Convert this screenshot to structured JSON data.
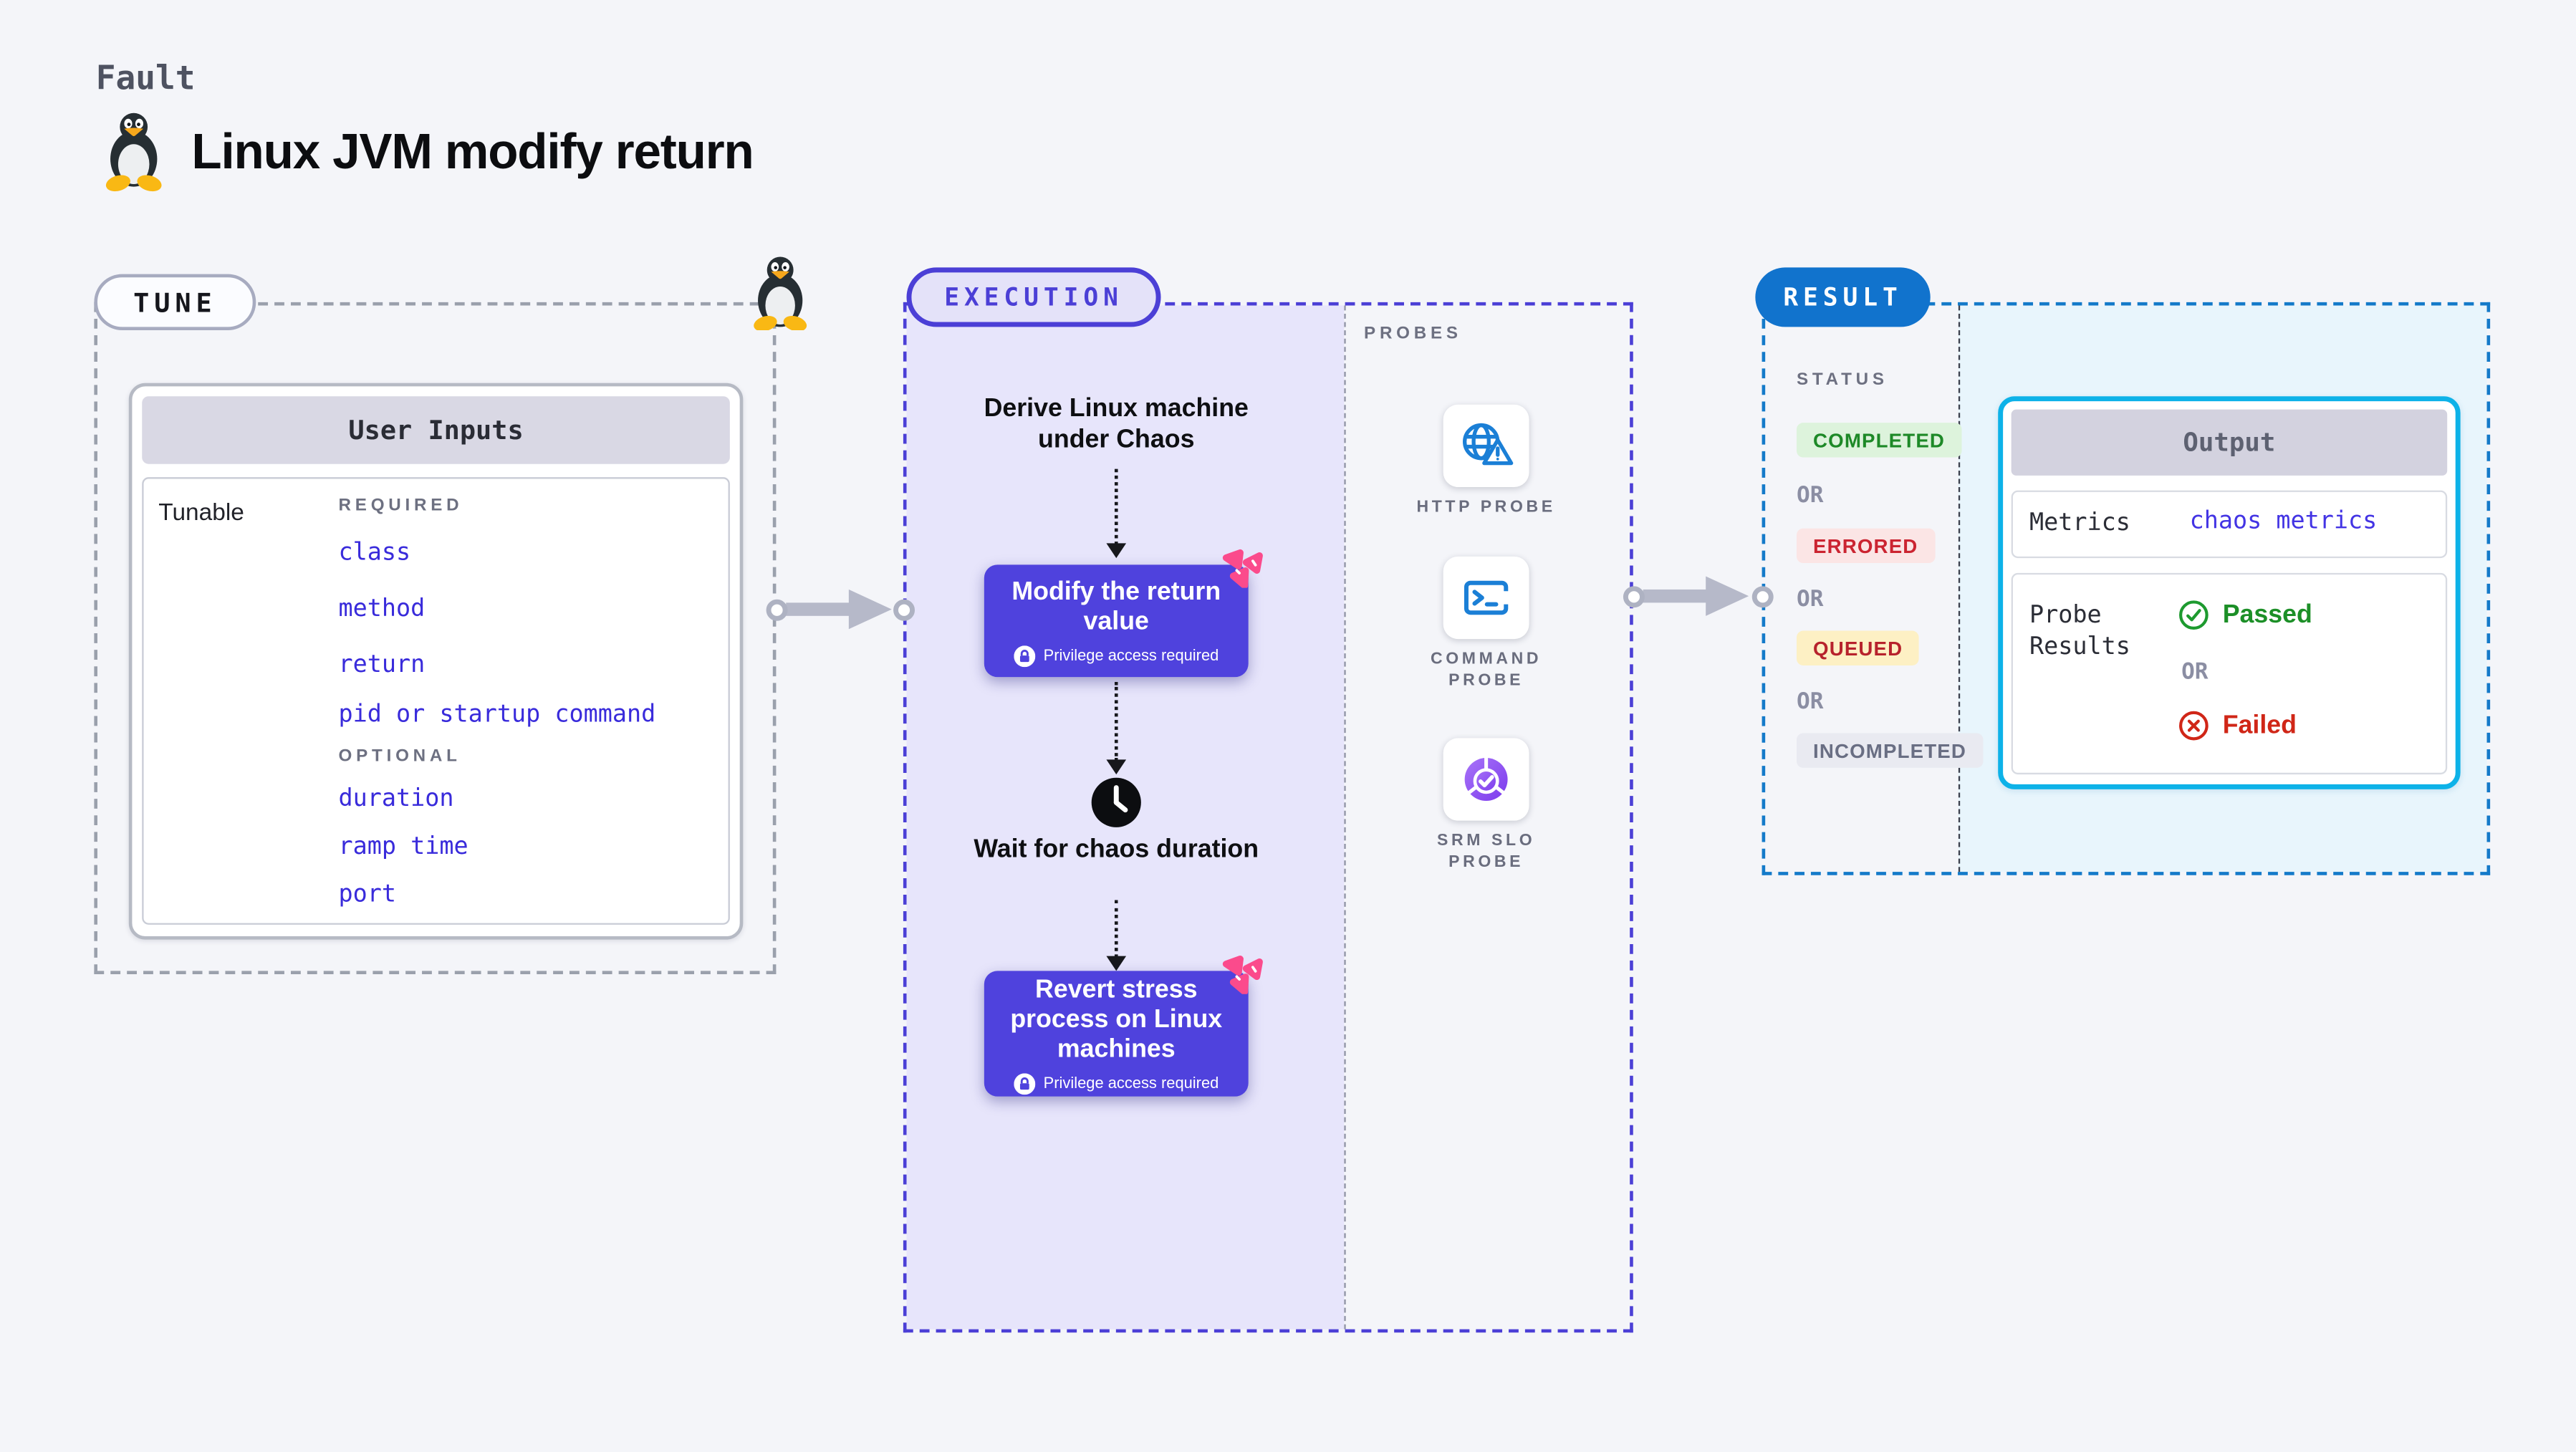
{
  "page": {
    "eyebrow": "Fault",
    "title": "Linux JVM modify return"
  },
  "tune": {
    "label": "TUNE",
    "card_title": "User Inputs",
    "row_label": "Tunable",
    "required_label": "REQUIRED",
    "required_items": [
      "class",
      "method",
      "return",
      "pid or startup command"
    ],
    "optional_label": "OPTIONAL",
    "optional_items": [
      "duration",
      "ramp time",
      "port"
    ]
  },
  "execution": {
    "label": "EXECUTION",
    "derive_step": "Derive Linux machine under Chaos",
    "modify_step": "Modify the return value",
    "wait_step": "Wait for chaos duration",
    "revert_step": "Revert stress process on Linux machines",
    "privilege_note": "Privilege access required"
  },
  "probes": {
    "label": "PROBES",
    "items": [
      {
        "label": "HTTP PROBE",
        "icon": "globe-warning-icon"
      },
      {
        "label": "COMMAND PROBE",
        "icon": "terminal-icon"
      },
      {
        "label": "SRM SLO PROBE",
        "icon": "slo-gauge-icon"
      }
    ]
  },
  "result": {
    "label": "RESULT",
    "status_label": "STATUS",
    "or_label": "OR",
    "statuses": [
      {
        "label": "COMPLETED"
      },
      {
        "label": "ERRORED"
      },
      {
        "label": "QUEUED"
      },
      {
        "label": "INCOMPLETED"
      }
    ],
    "output": {
      "title": "Output",
      "metrics_label": "Metrics",
      "metrics_value": "chaos metrics",
      "probe_results_label": "Probe Results",
      "passed_label": "Passed",
      "failed_label": "Failed"
    }
  },
  "colors": {
    "accent_indigo": "#4b3fd6",
    "node_indigo": "#4f42dd",
    "result_blue": "#1173cd",
    "output_cyan": "#0db2e8",
    "link_blue": "#392bdb",
    "passed_green": "#1c8f27",
    "failed_red": "#d02617",
    "chaos_pink": "#fb4b8c",
    "probe_blue": "#1b7fd6"
  }
}
